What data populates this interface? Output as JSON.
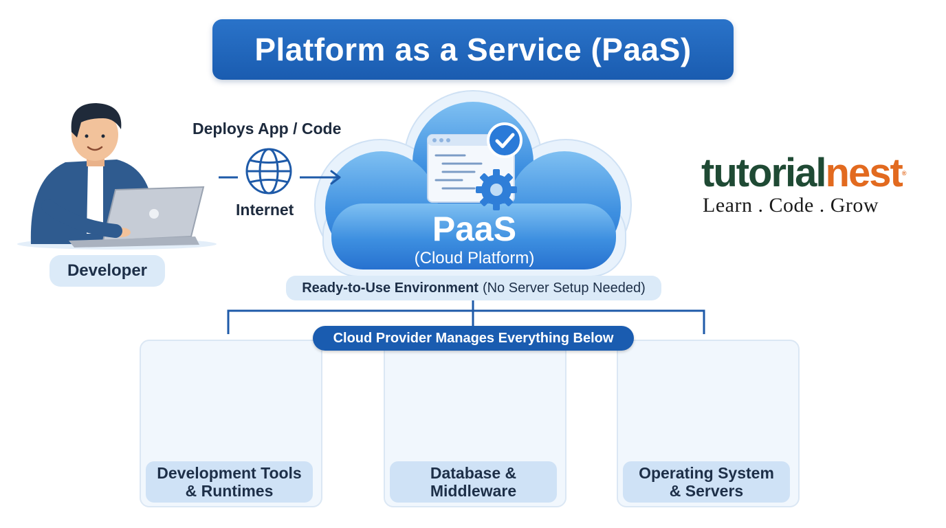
{
  "title": "Platform as a Service (PaaS)",
  "developer": {
    "label": "Developer"
  },
  "connection": {
    "action_label": "Deploys App / Code",
    "network_label": "Internet"
  },
  "cloud": {
    "title": "PaaS",
    "subtitle": "(Cloud Platform)",
    "environment_bold": "Ready-to-Use Environment",
    "environment_note": "(No Server Setup Needed)"
  },
  "provider_banner": "Cloud Provider Manages Everything Below",
  "components": [
    {
      "line1": "Development Tools",
      "line2": "& Runtimes",
      "icon": "code-editor-icon"
    },
    {
      "line1": "Database &",
      "line2": "Middleware",
      "icon": "database-gear-icon"
    },
    {
      "line1": "Operating System",
      "line2": "& Servers",
      "icon": "server-cloud-icon"
    }
  ],
  "brand": {
    "name_part1": "tutorial",
    "name_part2": "nest",
    "registered": "®",
    "tagline": "Learn . Code . Grow"
  },
  "colors": {
    "primary": "#1a5cb0",
    "light": "#dbeaf8",
    "logo_green": "#1f4a34",
    "logo_orange": "#e26a1f"
  }
}
